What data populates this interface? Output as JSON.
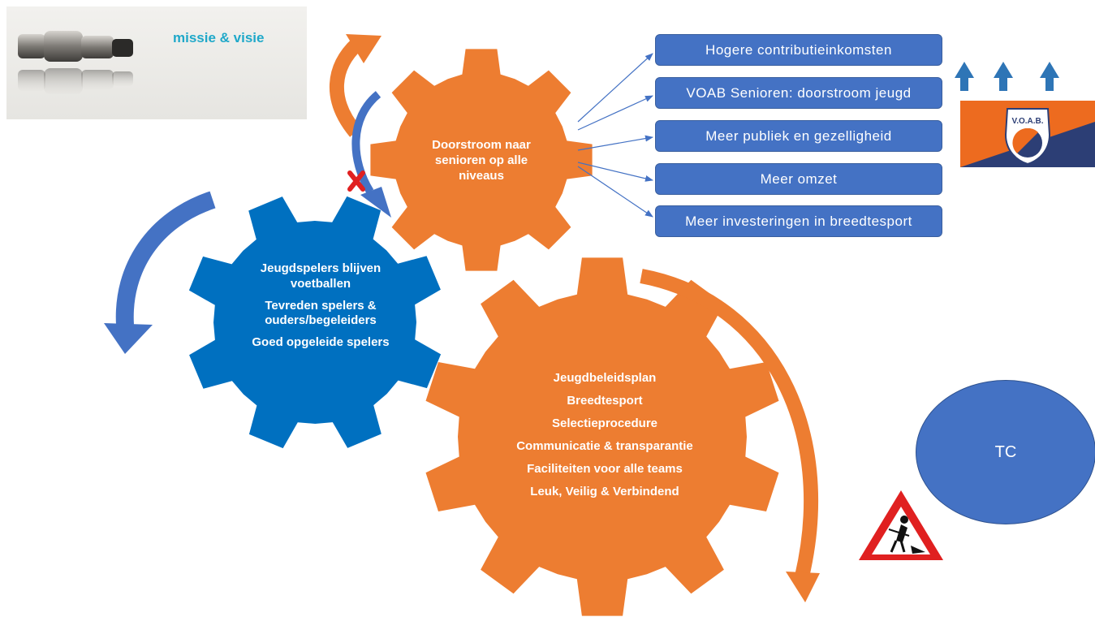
{
  "header": {
    "title": "missie & visie"
  },
  "gear_top": {
    "lines": [
      "Doorstroom naar",
      "senioren op alle",
      "niveaus"
    ]
  },
  "gear_left": {
    "lines": [
      "Jeugdspelers blijven voetballen",
      "Tevreden spelers & ouders/begeleiders",
      "Goed opgeleide spelers"
    ]
  },
  "gear_bottom": {
    "lines": [
      "Jeugdbeleidsplan",
      "Breedtesport",
      "Selectieprocedure",
      "Communicatie & transparantie",
      "Faciliteiten voor alle teams",
      "Leuk, Veilig & Verbindend"
    ]
  },
  "outcomes": [
    "Hogere contributieinkomsten",
    "VOAB Senioren: doorstroom jeugd",
    "Meer publiek en gezelligheid",
    "Meer omzet",
    "Meer investeringen in breedtesport"
  ],
  "badge": {
    "text": "V.O.A.B."
  },
  "tc": {
    "label": "TC"
  },
  "colors": {
    "orange": "#ed7d31",
    "blue": "#0070c0",
    "box_blue": "#4472c4",
    "arrow_blue": "#4472c4"
  },
  "icons": [
    "binoculars-icon",
    "up-arrow-icon",
    "roadwork-sign-icon",
    "red-cross-icon"
  ]
}
